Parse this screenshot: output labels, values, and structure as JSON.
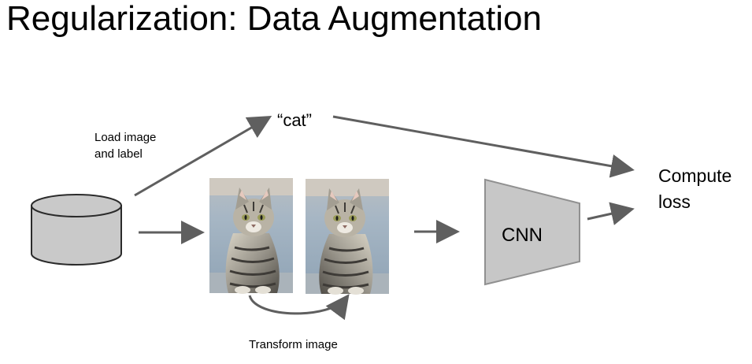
{
  "title": "Regularization: Data Augmentation",
  "labels": {
    "load_line1": "Load image",
    "load_line2": "and label",
    "cat": "“cat”",
    "compute_line1": "Compute",
    "compute_line2": "loss",
    "cnn": "CNN",
    "transform": "Transform image"
  },
  "icons": {
    "database": "database-cylinder-icon",
    "cat_original": "cat-photo",
    "cat_flipped": "cat-photo-flipped"
  },
  "colors": {
    "arrow": "#5f5f5f",
    "shape_fill": "#c9c9c9",
    "shape_stroke": "#2b2b2b",
    "cnn_fill": "#c7c7c7",
    "cnn_stroke": "#909090"
  }
}
